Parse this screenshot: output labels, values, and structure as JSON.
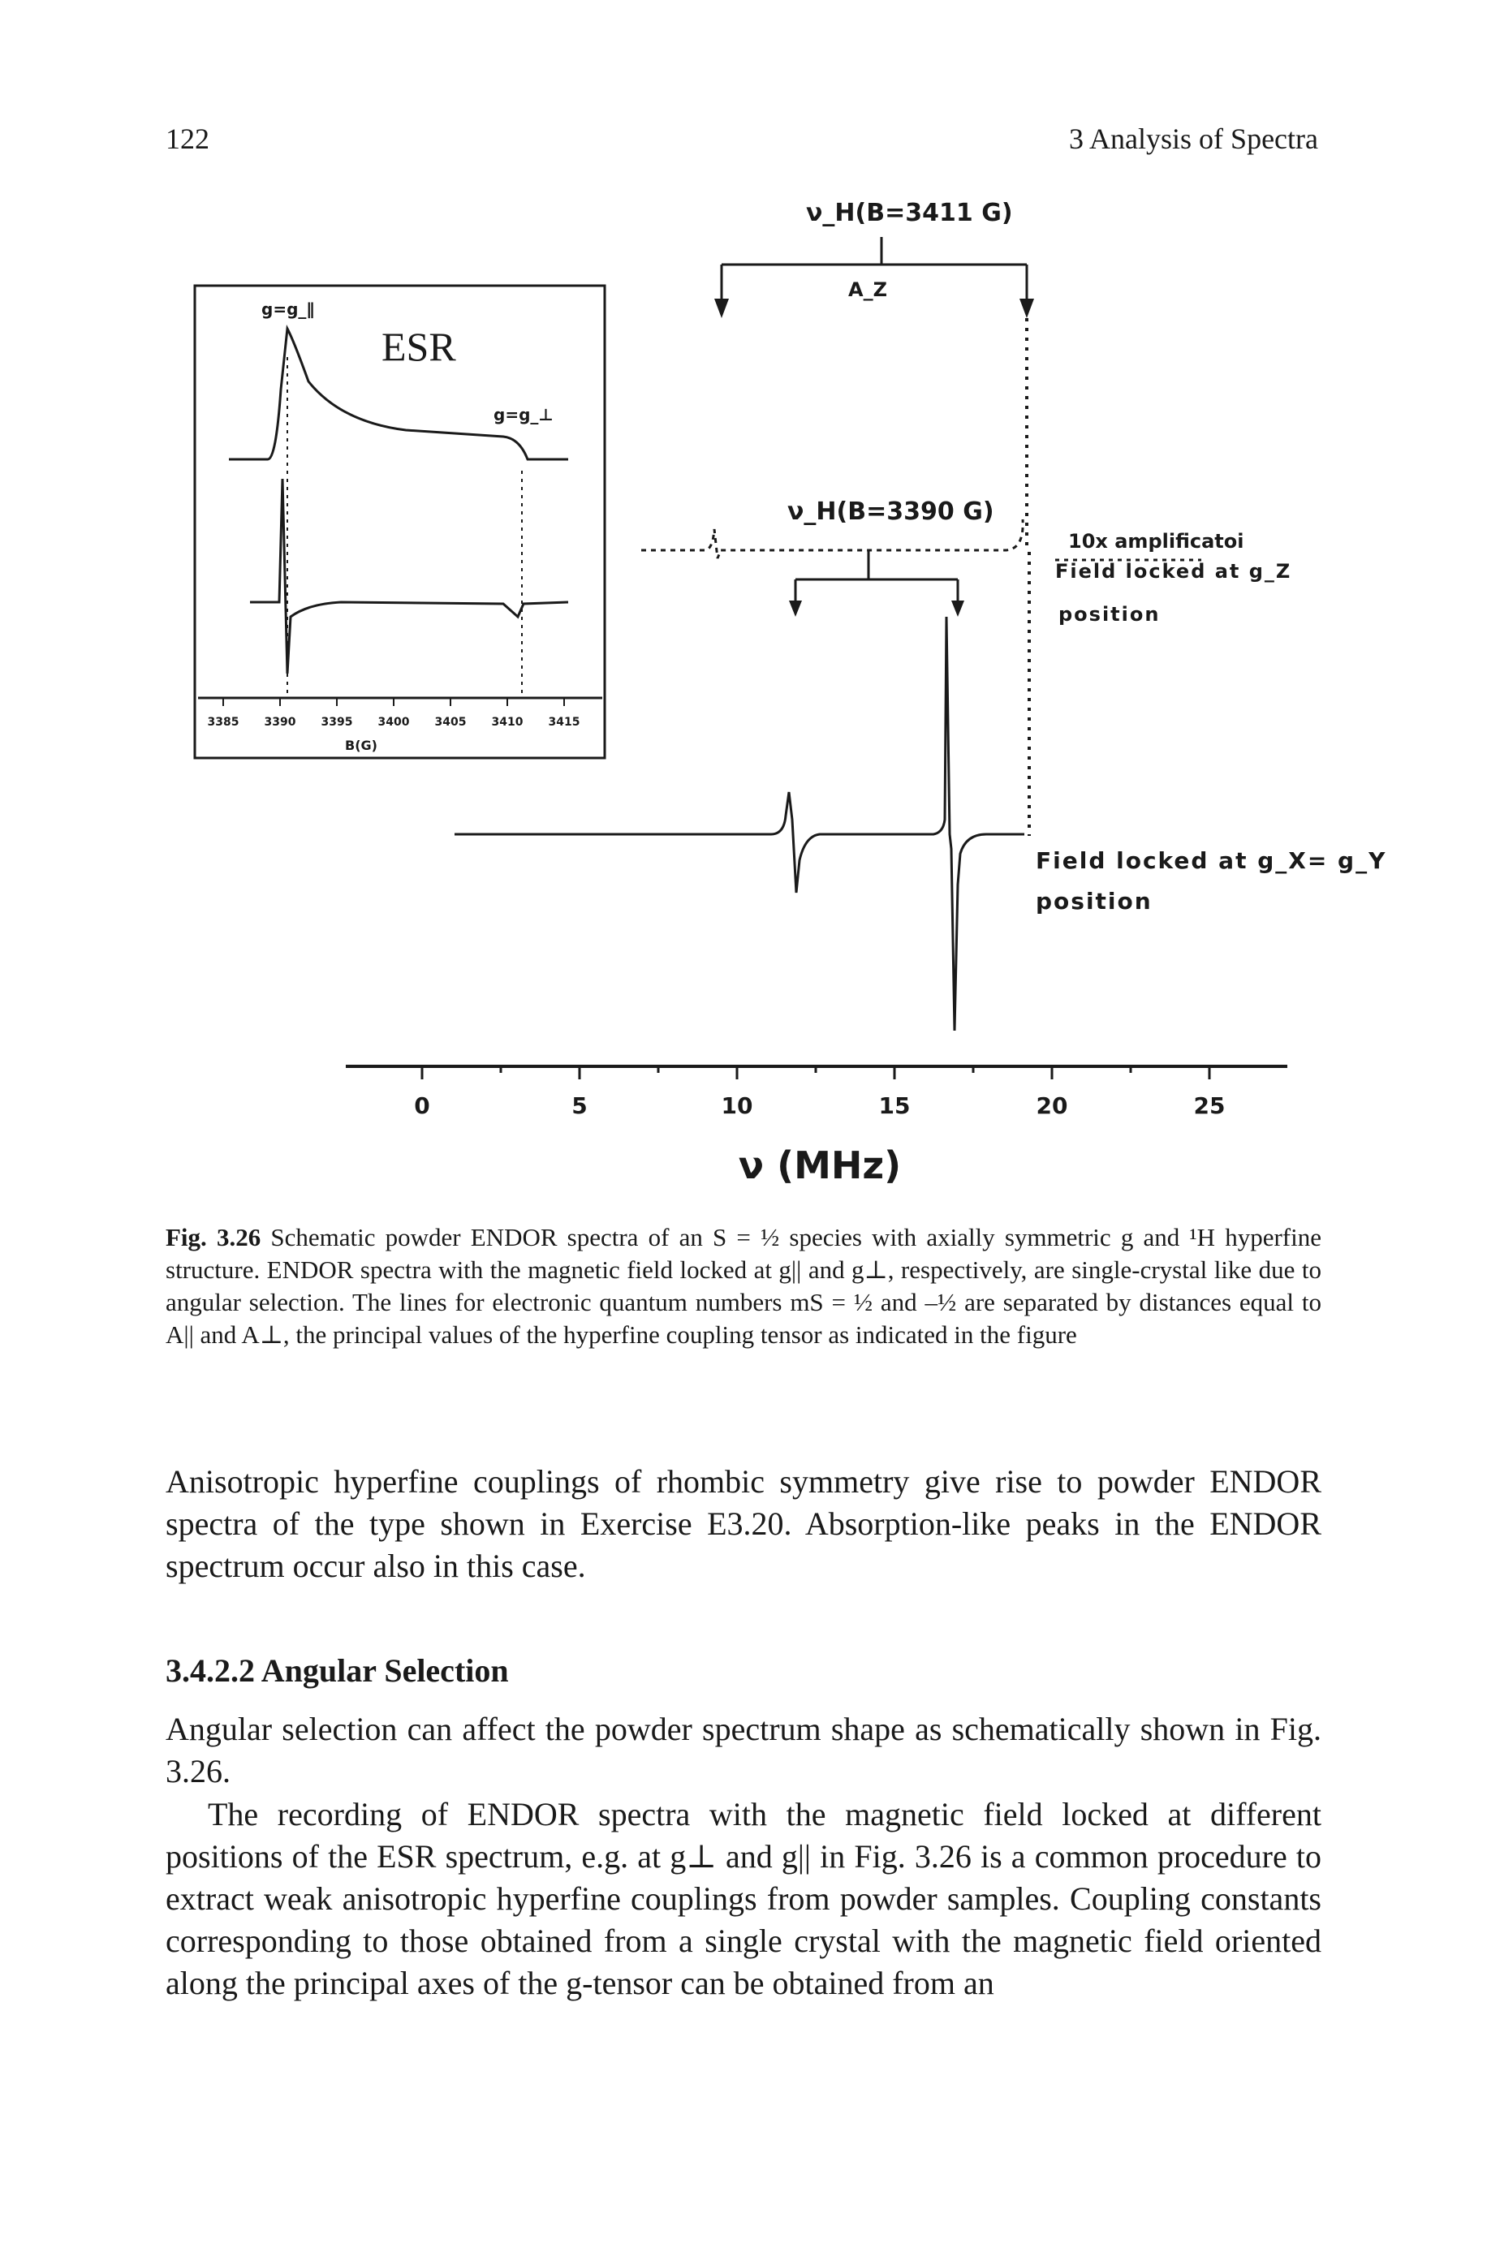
{
  "header": {
    "page_number": "122",
    "running_title": "3 Analysis of Spectra"
  },
  "figure": {
    "top_label": "ν_H(B=3411 G)",
    "az_label": "A_Z",
    "mid_label": "ν_H(B=3390 G)",
    "amp_label": "10x amplificatoi",
    "field_z_line1": "Field locked at g_Z",
    "field_z_line2": "position",
    "field_x_line1": "Field locked at g_X= g_Y",
    "field_x_line2": "position",
    "x_axis": {
      "ticks": [
        "0",
        "5",
        "10",
        "15",
        "20",
        "25"
      ],
      "label": "ν (MHz)"
    },
    "inset": {
      "title": "ESR",
      "g_par_label": "g=g_∥",
      "g_perp_label": "g=g_⊥",
      "ticks": [
        "3385",
        "3390",
        "3395",
        "3400",
        "3405",
        "3410",
        "3415"
      ],
      "x_label": "B(G)"
    }
  },
  "caption": {
    "label": "Fig. 3.26",
    "text": "Schematic powder ENDOR spectra of an S = ½ species with axially symmetric g and ¹H hyperfine structure. ENDOR spectra with the magnetic field locked at g|| and g⊥, respectively, are single-crystal like due to angular selection. The lines for electronic quantum numbers mS = ½ and –½ are separated by distances equal to A|| and A⊥, the principal values of the hyperfine coupling tensor as indicated in the figure"
  },
  "body": {
    "para1": "Anisotropic hyperfine couplings of rhombic symmetry give rise to powder ENDOR spectra of the type shown in Exercise E3.20. Absorption-like peaks in the ENDOR spectrum occur also in this case.",
    "section_heading": "3.4.2.2 Angular Selection",
    "para2": "Angular selection can affect the powder spectrum shape as schematically shown in Fig. 3.26.",
    "para3": "The recording of ENDOR spectra with the magnetic field locked at different positions of the ESR spectrum, e.g. at g⊥ and g|| in Fig. 3.26 is a common procedure to extract weak anisotropic hyperfine couplings from powder samples. Coupling constants corresponding to those obtained from a single crystal with the magnetic field oriented along the principal axes of the g-tensor can be obtained from an"
  }
}
